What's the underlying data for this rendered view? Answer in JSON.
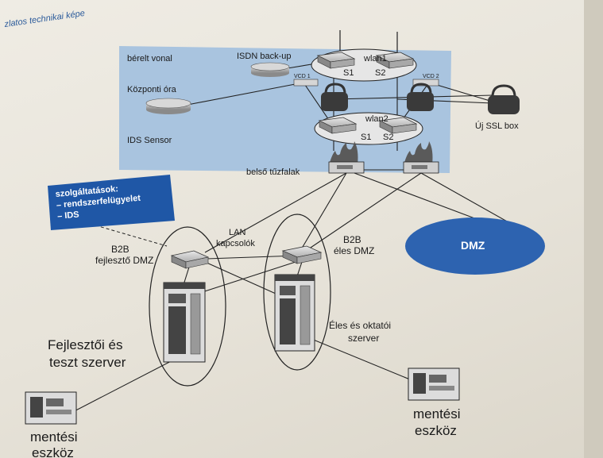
{
  "page": {
    "header_text": "zlatos technikai képe"
  },
  "zone": {
    "berelt_vonal": "bérelt vonal",
    "isdn_backup": "ISDN back-up",
    "kozponti_ora": "Központi óra",
    "ids_sensor": "IDS Sensor",
    "wlan1": "wlan1",
    "wlan1_s1": "S1",
    "wlan1_s2": "S2",
    "wlan2": "wlan2",
    "wlan2_s1": "S1",
    "wlan2_s2": "S2",
    "vcd1": "VCD 1",
    "vcd2": "VCD 2",
    "uj_ssl_box": "Új SSL box"
  },
  "firewalls": {
    "label": "belső tűzfalak"
  },
  "services_box": {
    "title": "szolgáltatások:",
    "item1": "– rendszerfelügyelet",
    "item2": "– IDS"
  },
  "lan": {
    "label_line1": "LAN",
    "label_line2": "kapcsolók"
  },
  "b2b_dev": {
    "line1": "B2B",
    "line2": "fejlesztő DMZ"
  },
  "b2b_live": {
    "line1": "B2B",
    "line2": "éles DMZ"
  },
  "dmz": {
    "label": "DMZ"
  },
  "dev_server": {
    "line1": "Fejlesztői és",
    "line2": "teszt szerver"
  },
  "live_server": {
    "line1": "Éles és oktatói",
    "line2": "szerver"
  },
  "backup_left": {
    "line1": "mentési",
    "line2": "eszköz"
  },
  "backup_right": {
    "line1": "mentési",
    "line2": "eszköz"
  },
  "colors": {
    "zone_fill": "#a9c4df",
    "dmz_fill": "#2d63b0",
    "services_fill": "#1f57a6"
  }
}
